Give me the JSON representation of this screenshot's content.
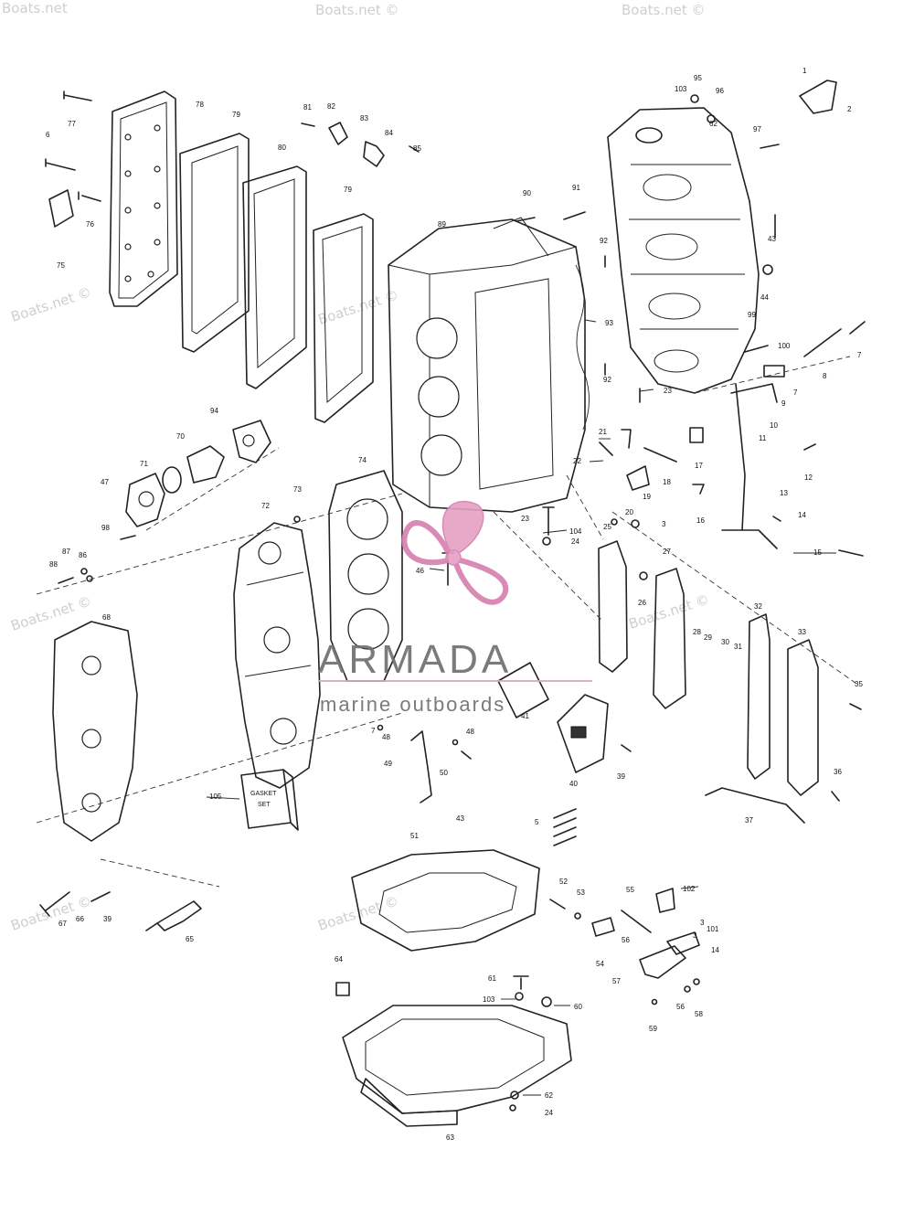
{
  "watermarks": [
    "Boats.net",
    "Boats.net ©",
    "Boats.net ©",
    "Boats.net ©",
    "Boats.net ©",
    "Boats.net ©",
    "Boats.net ©",
    "Boats.net ©",
    "Boats.net ©"
  ],
  "logo": {
    "name": "ARMADA",
    "tagline": "marine outboards",
    "colors": {
      "propeller": "#e6a0c4",
      "text": "#6d6d6d",
      "underline": "#d9a8c4"
    }
  },
  "gasket_box": {
    "line1": "GASKET",
    "line2": "SET"
  },
  "callouts": [
    "1",
    "2",
    "3",
    "3",
    "3",
    "5",
    "6",
    "7",
    "7",
    "7",
    "8",
    "9",
    "10",
    "11",
    "12",
    "13",
    "14",
    "14",
    "15",
    "16",
    "17",
    "18",
    "19",
    "20",
    "21",
    "22",
    "23",
    "23",
    "24",
    "24",
    "25",
    "26",
    "27",
    "28",
    "29",
    "30",
    "31",
    "32",
    "33",
    "35",
    "36",
    "37",
    "39",
    "39",
    "40",
    "41",
    "43",
    "43",
    "44",
    "46",
    "47",
    "48",
    "48",
    "49",
    "50",
    "51",
    "52",
    "53",
    "54",
    "55",
    "56",
    "56",
    "57",
    "58",
    "59",
    "60",
    "61",
    "62",
    "62",
    "63",
    "64",
    "65",
    "66",
    "67",
    "68",
    "70",
    "71",
    "72",
    "73",
    "74",
    "75",
    "76",
    "77",
    "78",
    "79",
    "79",
    "80",
    "81",
    "82",
    "83",
    "84",
    "85",
    "86",
    "87",
    "88",
    "89",
    "90",
    "91",
    "92",
    "92",
    "93",
    "94",
    "95",
    "96",
    "97",
    "98",
    "99",
    "100",
    "101",
    "102",
    "103",
    "103",
    "104",
    "105"
  ]
}
